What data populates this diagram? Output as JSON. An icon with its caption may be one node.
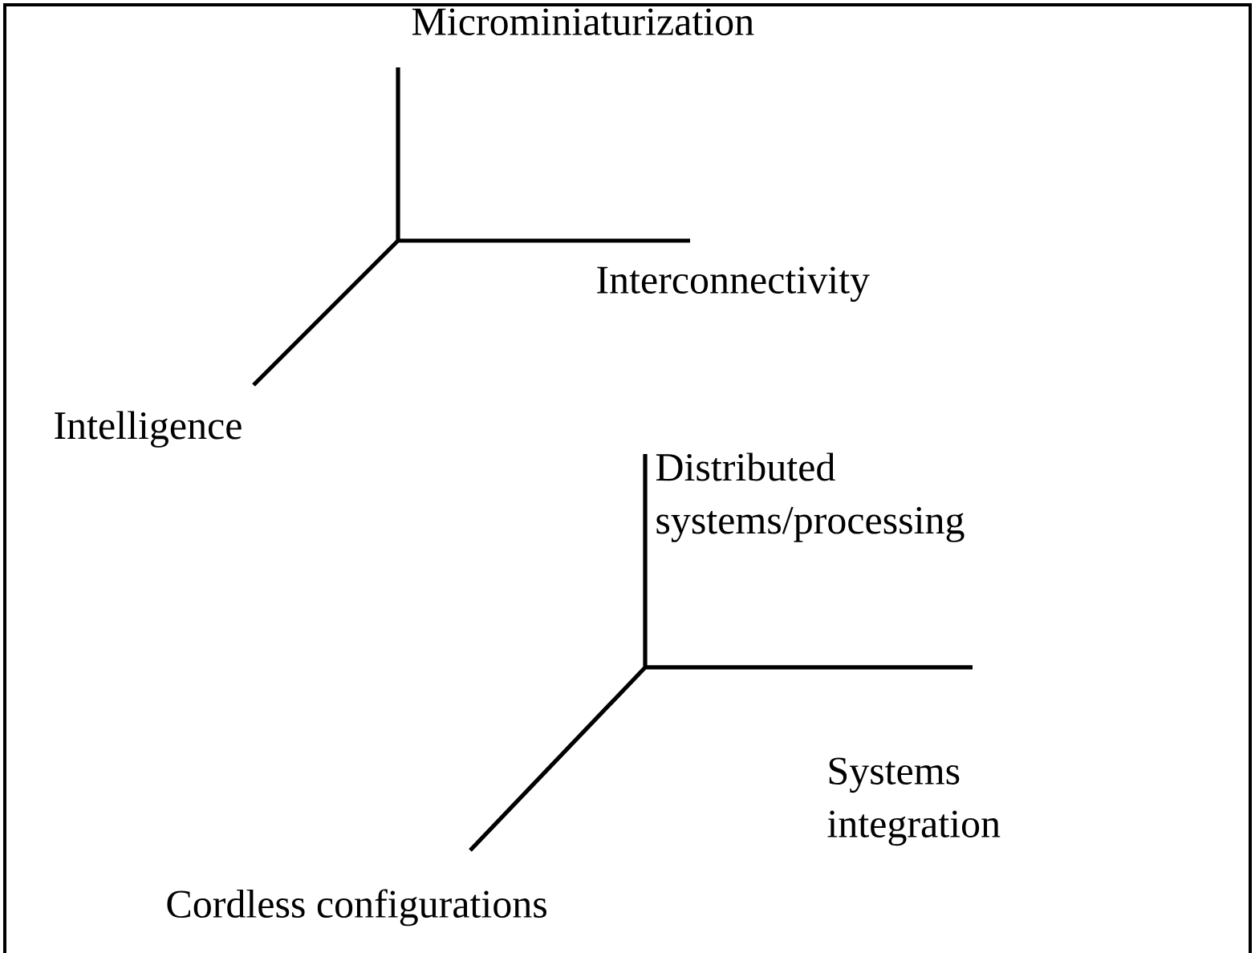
{
  "diagram": {
    "labels": [
      "Microminiaturization",
      "Interconnectivity",
      "Intelligence",
      "Distributed systems/processing",
      "Systems integration",
      "Cordless configurations"
    ]
  }
}
